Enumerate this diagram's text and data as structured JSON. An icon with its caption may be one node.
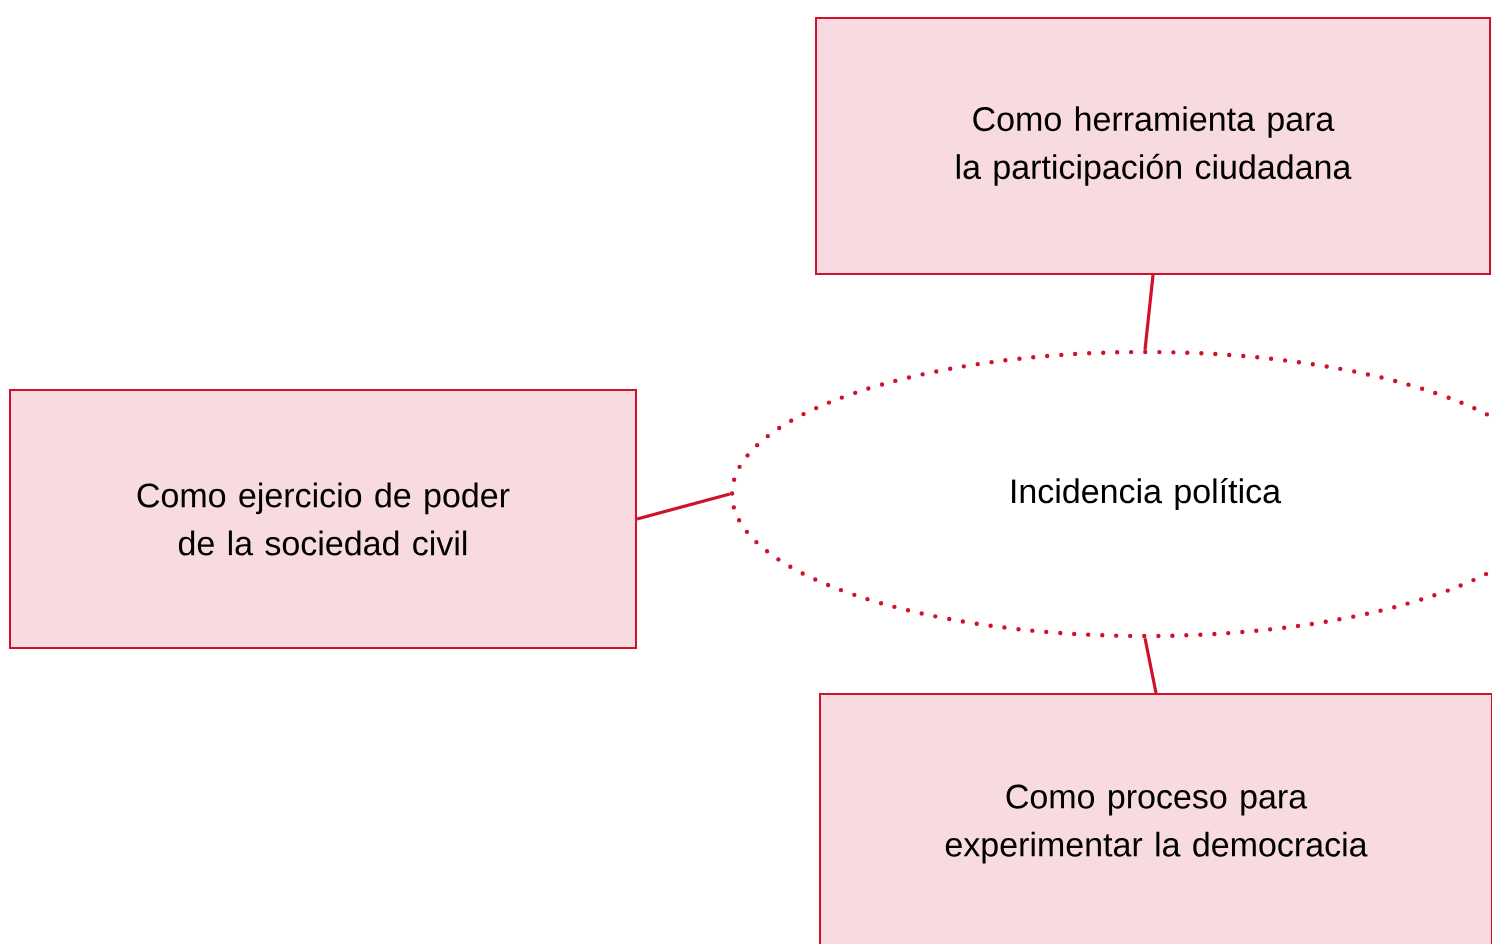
{
  "diagram": {
    "nodes": [
      {
        "text": [
          "Como herramienta para la participación ciudadana"
        ]
      },
      {
        "text": [
          "Como ejercicio de poder de la sociedad civil"
        ]
      },
      {
        "text": [
          "Incidencia política"
        ]
      },
      {
        "text": [
          "Como proceso para experimentar  la democracia"
        ]
      }
    ],
    "edges": [
      {
        "from": 2,
        "to": 0,
        "arrow": "none"
      },
      {
        "from": 1,
        "to": 2,
        "arrow": "none"
      },
      {
        "from": 2,
        "to": 3,
        "arrow": "none"
      }
    ]
  }
}
